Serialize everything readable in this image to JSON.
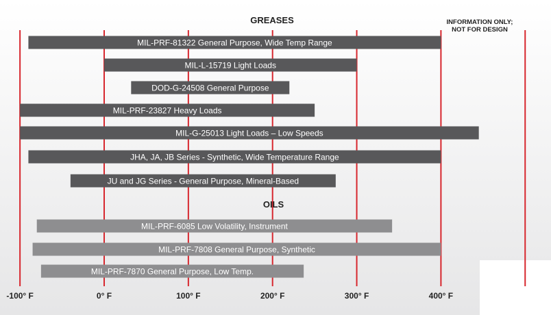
{
  "chart_data": {
    "type": "bar",
    "orientation": "horizontal",
    "title": "",
    "xlabel": "",
    "ylabel": "",
    "xlim": [
      -115,
      445
    ],
    "x_ticks": [
      -100,
      0,
      100,
      200,
      300,
      400
    ],
    "x_tick_labels": [
      "-100° F",
      "0° F",
      "100° F",
      "200° F",
      "300° F",
      "400° F"
    ],
    "grid": true,
    "extra_gridlines": [
      500
    ],
    "grid_color": "#d7262d",
    "note": [
      "INFORMATION ONLY;",
      "NOT FOR DESIGN"
    ],
    "sections": [
      {
        "title": "GREASES",
        "bar_color": "#58585a",
        "bars": [
          {
            "label": "MIL-PRF-81322 General Purpose, Wide Temp Range",
            "min": -90,
            "max": 400
          },
          {
            "label": "MIL-L-15719 Light Loads",
            "min": 0,
            "max": 300
          },
          {
            "label": "DOD-G-24508 General Purpose",
            "min": 32,
            "max": 220
          },
          {
            "label": "MIL-PRF-23827 Heavy Loads",
            "min": -100,
            "max": 250
          },
          {
            "label": "MIL-G-25013 Light Loads – Low Speeds",
            "min": -100,
            "max": 445
          },
          {
            "label": "JHA, JA, JB Series - Synthetic, Wide Temperature Range",
            "min": -90,
            "max": 400
          },
          {
            "label": "JU and JG Series - General Purpose, Mineral-Based",
            "min": -40,
            "max": 275
          }
        ]
      },
      {
        "title": "OILS",
        "bar_color": "#8e8e90",
        "bars": [
          {
            "label": "MIL-PRF-6085 Low Volatility, Instrument",
            "min": -80,
            "max": 342
          },
          {
            "label": "MIL-PRF-7808 General Purpose, Synthetic",
            "min": -85,
            "max": 400
          },
          {
            "label": "MIL-PRF-7870 General Purpose, Low Temp.",
            "min": -75,
            "max": 237
          }
        ]
      }
    ]
  }
}
